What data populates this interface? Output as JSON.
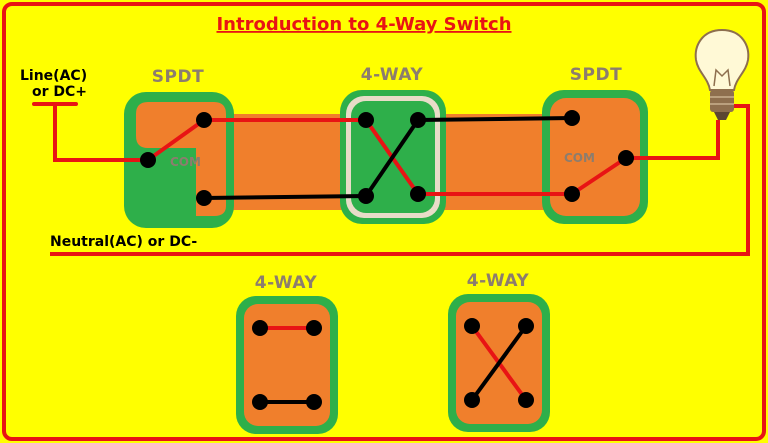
{
  "title": "Introduction to 4-Way Switch",
  "labels": {
    "line": "Line(AC)",
    "line_dc": "or DC+",
    "neutral": "Neutral(AC) or DC-",
    "spdt_left": "SPDT",
    "four_way_center": "4-WAY",
    "spdt_right": "SPDT",
    "com_left": "COM",
    "com_right": "COM",
    "four_way_bottom_left": "4-WAY",
    "four_way_bottom_right": "4-WAY"
  },
  "colors": {
    "background": "#FFFF00",
    "border": "#E81414",
    "title": "#E81414",
    "switch_label": "#8C7D6E",
    "orange": "#F07F2C",
    "green": "#2EAF4A",
    "wire_red": "#E81414",
    "wire_black": "#000000",
    "bulb_glass": "#FFF9D6",
    "bulb_base": "#8E6F4E"
  },
  "icons": {
    "bulb": "light-bulb-icon"
  }
}
